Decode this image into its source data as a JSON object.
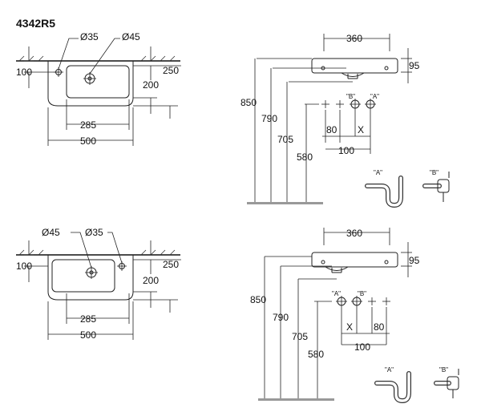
{
  "title": "4342R5",
  "top_plan": {
    "tap_hole_left": "Ø35",
    "tap_hole_right": "Ø45",
    "dim_left_depth": "100",
    "dim_right_depth": "250",
    "dim_bowl_depth": "200",
    "dim_bowl_width": "285",
    "dim_total_width": "500"
  },
  "top_side": {
    "dim_width": "360",
    "dim_height": "95",
    "dim_h1": "850",
    "dim_h2": "790",
    "dim_h3": "705",
    "dim_h4": "580",
    "dim_a": "80",
    "dim_b": "100",
    "mark_x": "X",
    "label_b": "\"B\"",
    "label_a": "\"A\"",
    "trap_a": "\"A\"",
    "trap_b": "\"B\""
  },
  "bottom_plan": {
    "tap_hole_left": "Ø45",
    "tap_hole_right": "Ø35",
    "dim_left_depth": "100",
    "dim_right_depth": "250",
    "dim_bowl_depth": "200",
    "dim_bowl_width": "285",
    "dim_total_width": "500"
  },
  "bottom_side": {
    "dim_width": "360",
    "dim_height": "95",
    "dim_h1": "850",
    "dim_h2": "790",
    "dim_h3": "705",
    "dim_h4": "580",
    "dim_a": "80",
    "dim_b": "100",
    "mark_x": "X",
    "label_a": "\"A\"",
    "label_b": "\"B\"",
    "trap_a": "\"A\"",
    "trap_b": "\"B\""
  }
}
